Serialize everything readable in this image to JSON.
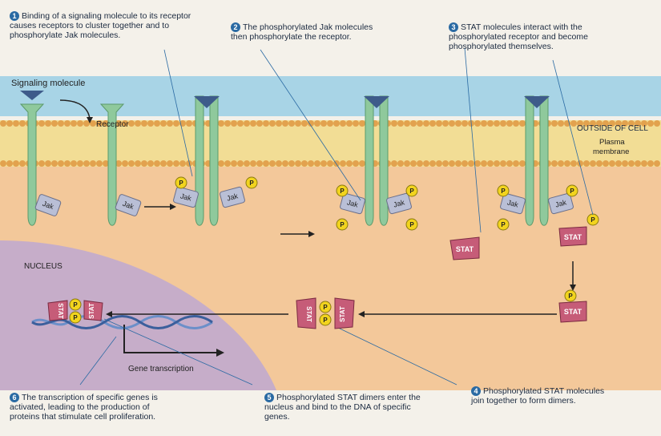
{
  "captions": {
    "step1": {
      "num": "1",
      "text": "Binding of a signaling molecule to its receptor causes receptors to cluster together and to phosphorylate Jak molecules."
    },
    "step2": {
      "num": "2",
      "text": "The phosphorylated Jak molecules then phosphorylate the receptor."
    },
    "step3": {
      "num": "3",
      "text": "STAT molecules interact with the phosphorylated receptor and become phosphorylated themselves."
    },
    "step4": {
      "num": "4",
      "text": "Phosphorylated STAT molecules join together to form dimers."
    },
    "step5": {
      "num": "5",
      "text": "Phosphorylated STAT dimers enter the nucleus and bind to the DNA of specific genes."
    },
    "step6": {
      "num": "6",
      "text": "The transcription of specific genes is activated, leading to the production of proteins that stimulate cell proliferation."
    }
  },
  "labels": {
    "signaling_molecule": "Signaling molecule",
    "receptor": "Receptor",
    "outside": "OUTSIDE OF CELL",
    "plasma": "Plasma",
    "membrane": "membrane",
    "nucleus": "NUCLEUS",
    "gene_transcription": "Gene transcription",
    "jak": "Jak",
    "p": "P",
    "stat": "STAT"
  },
  "colors": {
    "membrane_band": "#f2dd95",
    "membrane_bead": "#e2a24e",
    "cytoplasm": "#f3c89a",
    "nucleus": "#c6adc9",
    "receptor": "#8fc99c",
    "receptor_dark": "#5b9a6b",
    "ligand": "#3e5b8a",
    "jak": "#b9bfd6",
    "phosphate": "#f2d41e",
    "stat": "#c65c78",
    "dna": "#6b8fc9",
    "caption_number": "#2a6aa3"
  }
}
